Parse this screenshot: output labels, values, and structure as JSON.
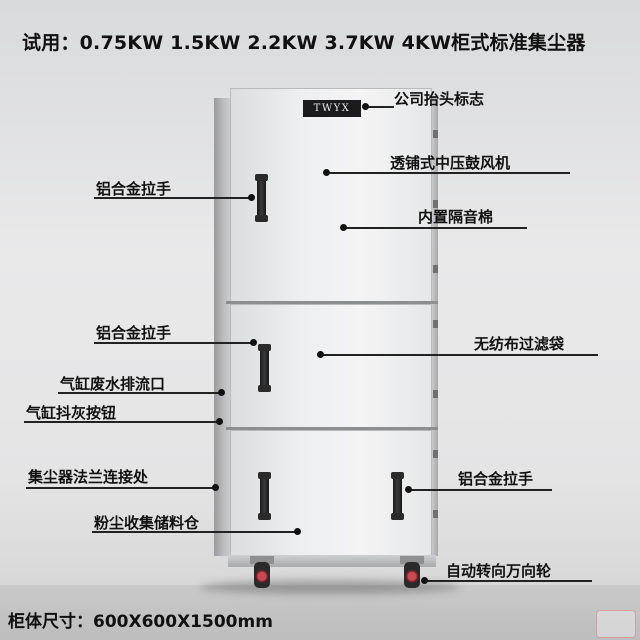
{
  "headline": "试用：0.75KW 1.5KW 2.2KW 3.7KW 4KW柜式标准集尘器",
  "footline": "柜体尺寸：600X600X1500mm",
  "logo": "TWYX",
  "callouts": {
    "company_logo": "公司抬头标志",
    "blower": "透铺式中压鼓风机",
    "handle_top": "铝合金拉手",
    "insulation": "内置隔音棉",
    "handle_mid": "铝合金拉手",
    "filter_bag": "无纺布过滤袋",
    "drain_outlet": "气缸废水排流口",
    "shake_button": "气缸抖灰按钮",
    "flange": "集尘器法兰连接处",
    "handle_bot": "铝合金拉手",
    "dust_bin": "粉尘收集储料仓",
    "casters": "自动转向万向轮"
  }
}
